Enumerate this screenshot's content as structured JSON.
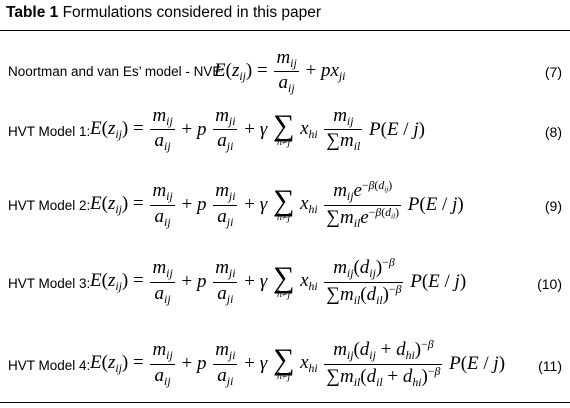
{
  "caption": {
    "label": "Table 1",
    "text": "Formulations considered in this paper"
  },
  "rows": [
    {
      "label": "Noortman and van Es’ model - NVE:",
      "number": "(7)"
    },
    {
      "label": "HVT Model 1:",
      "number": "(8)"
    },
    {
      "label": "HVT Model 2:",
      "number": "(9)"
    },
    {
      "label": "HVT Model 3:",
      "number": "(10)"
    },
    {
      "label": "HVT Model 4:",
      "number": "(11)"
    }
  ]
}
